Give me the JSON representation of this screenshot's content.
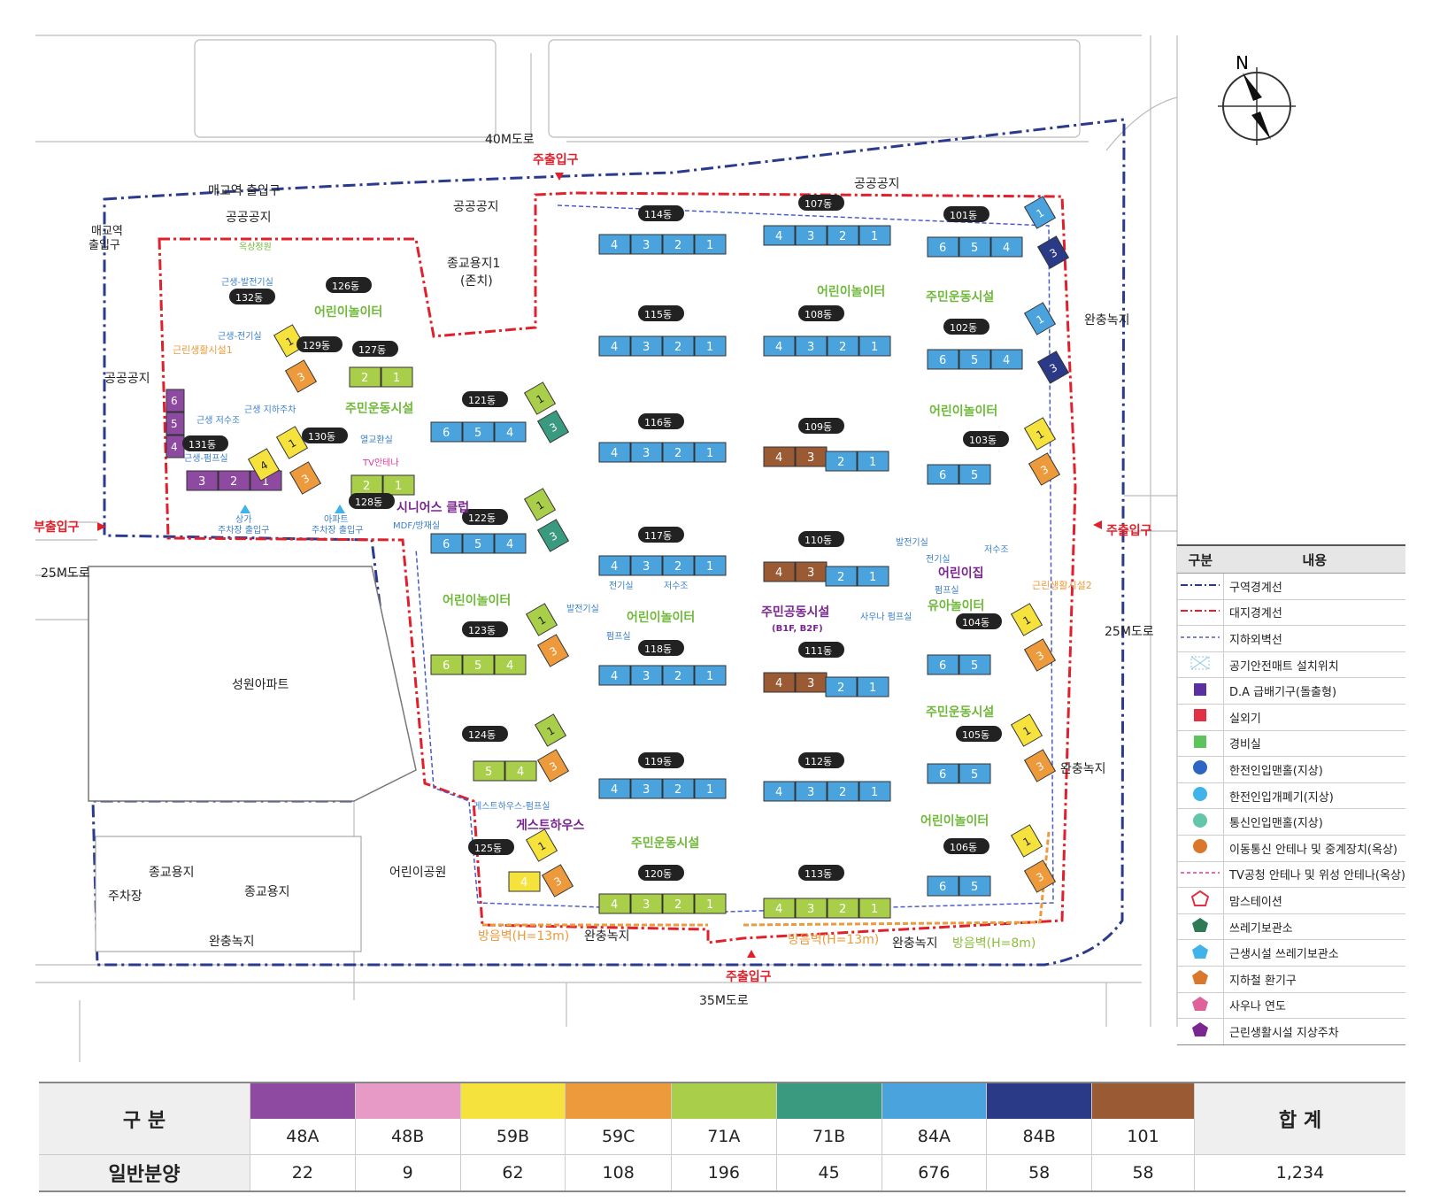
{
  "roads": {
    "r40": "40M도로",
    "r25_left": "25M도로",
    "r25_right": "25M도로",
    "r35": "35M도로"
  },
  "entrances": {
    "main_top": "주출입구",
    "main_right": "주출입구",
    "main_bottom": "주출입구",
    "sub_left": "부출입구"
  },
  "site_labels": {
    "maegyo_exit": "매교역 출입구",
    "public_top_left": "공공공지",
    "maegyo_exit2_l1": "매교역",
    "maegyo_exit2_l2": "출입구",
    "public_left": "공공공지",
    "public_top_mid": "공공공지",
    "public_top_right": "공공공지",
    "religion1_l1": "종교용지1",
    "religion1_l2": "(존치)",
    "seongwon": "성원아파트",
    "religion_a": "종교용지",
    "religion_b": "종교용지",
    "parking": "주차장",
    "buffer_bl": "완충녹지",
    "kids_park": "어린이공원",
    "buffer_r1": "완충녹지",
    "buffer_r2": "완충녹지",
    "buffer_b1": "완충녹지",
    "buffer_b2": "완충녹지",
    "soundwall1": "방음벽(H=13m)",
    "soundwall2": "방음벽(H=13m)",
    "soundwall3": "방음벽(H=8m)"
  },
  "facility_labels": {
    "playground": "어린이놀이터",
    "residents_sports": "주민운동시설",
    "seniors_club": "시니어스 클럽",
    "guesthouse": "게스트하우스",
    "community": "주민공동시설",
    "community_sub": "(B1F, B2F)",
    "daycare": "어린이집",
    "toddler_play": "유아놀이터",
    "neighborhood1": "근린생활시설1",
    "neighborhood2": "근린생활시설2",
    "rooftop": "옥상정원",
    "tv_antenna": "TV안테나",
    "mdf": "MDF/방재실",
    "gen_room": "발전기실",
    "water_tank": "저수조",
    "pump_room": "펌프실",
    "elec_room": "전기실",
    "sauna_pump": "사우나 펌프실",
    "mall_park_l1": "상가",
    "mall_park_l2": "주차장 출입구",
    "apt_park_l1": "아파트",
    "apt_park_l2": "주차장 출입구",
    "heat_ex": "열교환실",
    "near_gen": "근생-발전기실",
    "near_elec": "근생-전기실",
    "near_water": "근생 저수조",
    "near_pump": "근생-펌프실",
    "near_park": "근생 지하주차",
    "guest_pump": "게스트하우스-펌프실"
  },
  "buildings": [
    {
      "name": "101동"
    },
    {
      "name": "102동"
    },
    {
      "name": "103동"
    },
    {
      "name": "104동"
    },
    {
      "name": "105동"
    },
    {
      "name": "106동"
    },
    {
      "name": "107동"
    },
    {
      "name": "108동"
    },
    {
      "name": "109동"
    },
    {
      "name": "110동"
    },
    {
      "name": "111동"
    },
    {
      "name": "112동"
    },
    {
      "name": "113동"
    },
    {
      "name": "114동"
    },
    {
      "name": "115동"
    },
    {
      "name": "116동"
    },
    {
      "name": "117동"
    },
    {
      "name": "118동"
    },
    {
      "name": "119동"
    },
    {
      "name": "120동"
    },
    {
      "name": "121동"
    },
    {
      "name": "122동"
    },
    {
      "name": "123동"
    },
    {
      "name": "124동"
    },
    {
      "name": "125동"
    },
    {
      "name": "126동"
    },
    {
      "name": "127동"
    },
    {
      "name": "128동"
    },
    {
      "name": "129동"
    },
    {
      "name": "130동"
    },
    {
      "name": "131동"
    },
    {
      "name": "132동"
    }
  ],
  "legend": {
    "header_type": "구분",
    "header_desc": "내용",
    "items": [
      {
        "label": "구역경계선",
        "symbol": "dashdot-line",
        "color": "#2b3a8c"
      },
      {
        "label": "대지경계선",
        "symbol": "dashdot-line",
        "color": "#e0202a"
      },
      {
        "label": "지하외벽선",
        "symbol": "dashed-line",
        "color": "#4a5ccc"
      },
      {
        "label": "공기안전매트 설치위치",
        "symbol": "dashed-box",
        "color": "#8fc6e8"
      },
      {
        "label": "D.A 급배기구(돌출형)",
        "symbol": "square",
        "color": "#5a2fa0"
      },
      {
        "label": "실외기",
        "symbol": "square",
        "color": "#e23045"
      },
      {
        "label": "경비실",
        "symbol": "square",
        "color": "#5cc45a"
      },
      {
        "label": "한전인입맨홀(지상)",
        "symbol": "circle",
        "color": "#2c66c2"
      },
      {
        "label": "한전인입개폐기(지상)",
        "symbol": "circle",
        "color": "#3fb3ea"
      },
      {
        "label": "통신인입맨홀(지상)",
        "symbol": "circle",
        "color": "#63c6aa"
      },
      {
        "label": "이동통신 안테나 및 중계장치(옥상)",
        "symbol": "circle",
        "color": "#d9782d"
      },
      {
        "label": "TV공청 안테나 및 위성 안테나(옥상)",
        "symbol": "dashed-line",
        "color": "#e2389a"
      },
      {
        "label": "맘스테이션",
        "symbol": "pentagon-outline",
        "color": "#e23045"
      },
      {
        "label": "쓰레기보관소",
        "symbol": "pentagon",
        "color": "#2d7a55"
      },
      {
        "label": "근생시설 쓰레기보관소",
        "symbol": "pentagon",
        "color": "#3fb3ea"
      },
      {
        "label": "지하철 환기구",
        "symbol": "pentagon",
        "color": "#d9782d"
      },
      {
        "label": "사우나 연도",
        "symbol": "pentagon",
        "color": "#e0609a"
      },
      {
        "label": "근린생활시설 지상주차",
        "symbol": "pentagon",
        "color": "#7a2590"
      }
    ]
  },
  "unit_table": {
    "header": "구 분",
    "row_label": "일반분양",
    "total_label": "합 계",
    "total_value": "1,234",
    "types": [
      {
        "name": "48A",
        "color": "#8e4aa0",
        "count": "22"
      },
      {
        "name": "48B",
        "color": "#e79ac6",
        "count": "9"
      },
      {
        "name": "59B",
        "color": "#f6e23c",
        "count": "62"
      },
      {
        "name": "59C",
        "color": "#ec9a3c",
        "count": "108"
      },
      {
        "name": "71A",
        "color": "#a9cf4a",
        "count": "196"
      },
      {
        "name": "71B",
        "color": "#3a9a80",
        "count": "45"
      },
      {
        "name": "84A",
        "color": "#4aa3dd",
        "count": "676"
      },
      {
        "name": "84B",
        "color": "#2b3a86",
        "count": "58"
      },
      {
        "name": "101",
        "color": "#9a5a34",
        "count": "58"
      }
    ]
  }
}
